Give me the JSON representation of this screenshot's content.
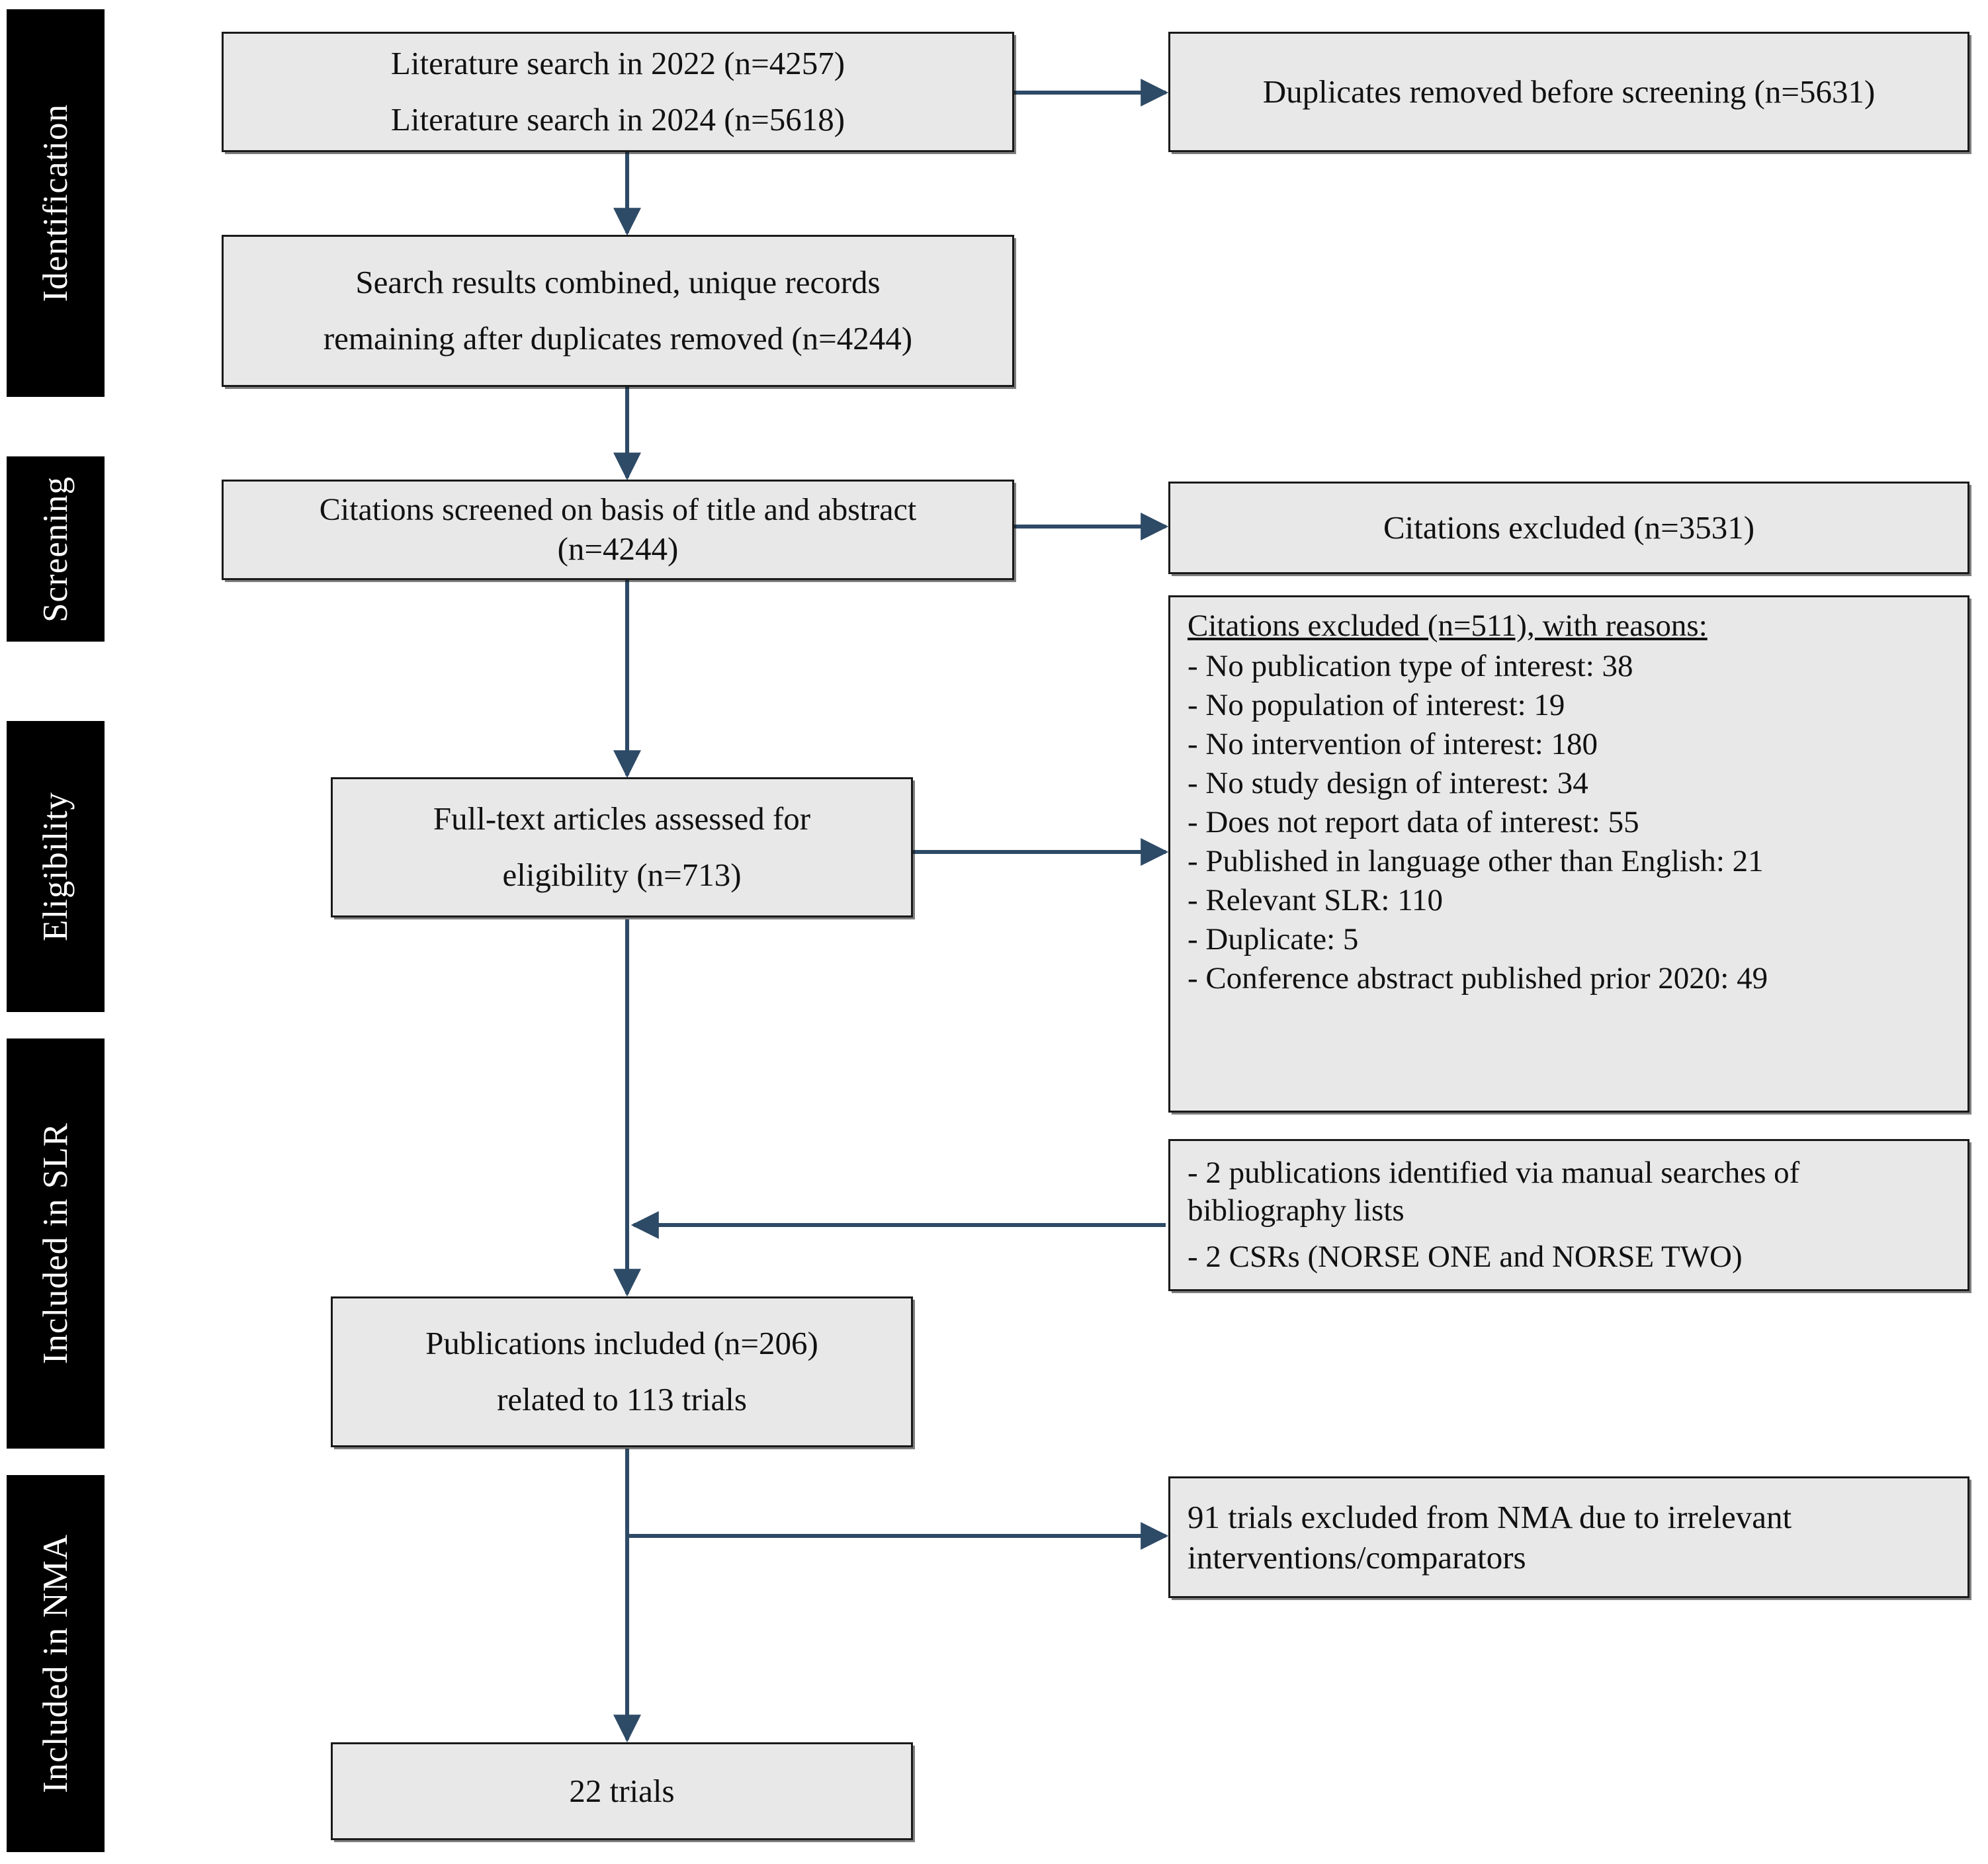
{
  "colors": {
    "box_fill": "#e8e8e8",
    "box_border": "#1a1a1a",
    "stage_fill": "#000000",
    "stage_text": "#ffffff",
    "arrow": "#2d4a66",
    "page_background": "#ffffff"
  },
  "stages": [
    {
      "id": "identification",
      "label": "Identification"
    },
    {
      "id": "screening",
      "label": "Screening"
    },
    {
      "id": "eligibility",
      "label": "Eligibility"
    },
    {
      "id": "included-slr",
      "label": "Included  in SLR"
    },
    {
      "id": "included-nma",
      "label": "Included  in NMA"
    }
  ],
  "boxes": {
    "literature_search": {
      "line1": "Literature search in 2022 (n=4257)",
      "line2": "Literature search in 2024 (n=5618)"
    },
    "duplicates_removed": {
      "line1": "Duplicates removed before screening (n=5631)"
    },
    "search_combined": {
      "line1": "Search results combined, unique records",
      "line2": "remaining after duplicates removed (n=4244)"
    },
    "citations_screened": {
      "line1": "Citations screened on basis of title and abstract",
      "line2": "(n=4244)"
    },
    "citations_excluded": {
      "line1": "Citations excluded (n=3531)"
    },
    "citations_excluded_reasons": {
      "heading": "Citations excluded (n=511), with reasons:",
      "items": [
        "- No publication type of interest: 38",
        "- No population of interest: 19",
        "- No intervention of interest: 180",
        "- No study design of interest: 34",
        "- Does not report data of interest: 55",
        "- Published in language other than English: 21",
        "- Relevant SLR: 110",
        "- Duplicate: 5",
        "- Conference abstract published prior 2020: 49"
      ]
    },
    "fulltext_assessed": {
      "line1": "Full-text articles assessed for",
      "line2": "eligibility  (n=713)"
    },
    "manual_additions": {
      "line1": "- 2 publications identified via manual searches of bibliography lists",
      "line2": "- 2 CSRs (NORSE ONE and NORSE TWO)"
    },
    "publications_included": {
      "line1": "Publications included (n=206)",
      "line2": "related to 113 trials"
    },
    "nma_excluded": {
      "line1": "91 trials excluded from NMA due to irrelevant interventions/comparators"
    },
    "final_trials": {
      "line1": "22 trials"
    }
  },
  "chart_data": {
    "type": "diagram",
    "title": "PRISMA study selection flow diagram",
    "nodes": [
      {
        "id": "literature_search",
        "stage": "Identification",
        "text": "Literature search in 2022 (n=4257); Literature search in 2024 (n=5618)",
        "counts": {
          "search_2022": 4257,
          "search_2024": 5618
        }
      },
      {
        "id": "duplicates_removed",
        "stage": "Identification",
        "text": "Duplicates removed before screening (n=5631)",
        "counts": {
          "n": 5631
        }
      },
      {
        "id": "search_combined",
        "stage": "Identification",
        "text": "Search results combined, unique records remaining after duplicates removed (n=4244)",
        "counts": {
          "n": 4244
        }
      },
      {
        "id": "citations_screened",
        "stage": "Screening",
        "text": "Citations screened on basis of title and abstract (n=4244)",
        "counts": {
          "n": 4244
        }
      },
      {
        "id": "citations_excluded",
        "stage": "Screening",
        "text": "Citations excluded (n=3531)",
        "counts": {
          "n": 3531
        }
      },
      {
        "id": "citations_excluded_reasons",
        "stage": "Eligibility",
        "text": "Citations excluded (n=511), with reasons",
        "counts": {
          "n": 511,
          "no_publication_type": 38,
          "no_population": 19,
          "no_intervention": 180,
          "no_study_design": 34,
          "no_data": 55,
          "non_english": 21,
          "relevant_slr": 110,
          "duplicate": 5,
          "conference_abstract_prior_2020": 49
        }
      },
      {
        "id": "fulltext_assessed",
        "stage": "Eligibility",
        "text": "Full-text articles assessed for eligibility (n=713)",
        "counts": {
          "n": 713
        }
      },
      {
        "id": "manual_additions",
        "stage": "Included in SLR",
        "text": "2 publications identified via manual searches of bibliography lists; 2 CSRs (NORSE ONE and NORSE TWO)",
        "counts": {
          "manual_publications": 2,
          "csrs": 2
        }
      },
      {
        "id": "publications_included",
        "stage": "Included in SLR",
        "text": "Publications included (n=206) related to 113 trials",
        "counts": {
          "publications": 206,
          "trials": 113
        }
      },
      {
        "id": "nma_excluded",
        "stage": "Included in NMA",
        "text": "91 trials excluded from NMA due to irrelevant interventions/comparators",
        "counts": {
          "trials_excluded": 91
        }
      },
      {
        "id": "final_trials",
        "stage": "Included in NMA",
        "text": "22 trials",
        "counts": {
          "trials": 22
        }
      }
    ],
    "edges": [
      {
        "from": "literature_search",
        "to": "duplicates_removed",
        "direction": "right"
      },
      {
        "from": "literature_search",
        "to": "search_combined",
        "direction": "down"
      },
      {
        "from": "search_combined",
        "to": "citations_screened",
        "direction": "down"
      },
      {
        "from": "citations_screened",
        "to": "citations_excluded",
        "direction": "right"
      },
      {
        "from": "citations_screened",
        "to": "fulltext_assessed",
        "direction": "down"
      },
      {
        "from": "fulltext_assessed",
        "to": "citations_excluded_reasons",
        "direction": "right"
      },
      {
        "from": "manual_additions",
        "to": "publications_included",
        "direction": "left"
      },
      {
        "from": "fulltext_assessed",
        "to": "publications_included",
        "direction": "down"
      },
      {
        "from": "publications_included",
        "to": "nma_excluded",
        "direction": "right"
      },
      {
        "from": "publications_included",
        "to": "final_trials",
        "direction": "down"
      }
    ]
  }
}
